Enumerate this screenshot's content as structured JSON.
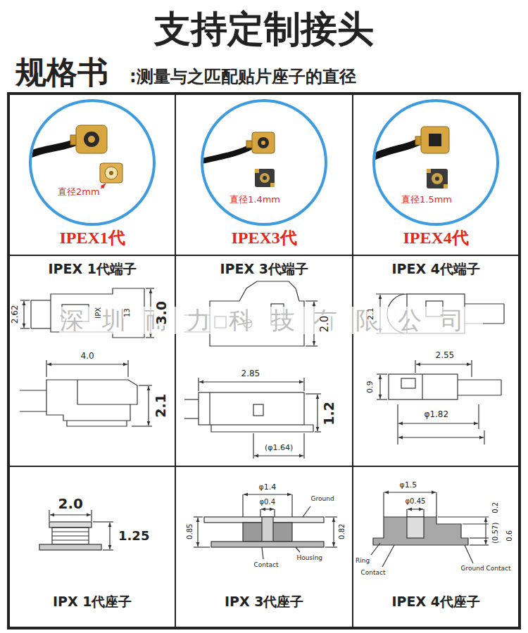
{
  "diagram": {
    "title": "支持定制接头",
    "nodes": [
      {
        "text": [
          "IPEX1代"
        ]
      },
      {
        "text": [
          "直径2mm"
        ],
        "in": 0
      },
      {
        "text": [
          "IPEX3代"
        ]
      },
      {
        "text": [
          "直径1.4mm"
        ],
        "in": 2
      },
      {
        "text": [
          "IPEX4代"
        ]
      },
      {
        "text": [
          "直径1.5mm"
        ],
        "in": 4
      },
      {
        "text": [
          "IPEX 1代端子"
        ]
      },
      {
        "text": [
          "IPEX 3代端子"
        ]
      },
      {
        "text": [
          "IPEX 4代端子"
        ]
      },
      {
        "text": [
          "IPX 1代座子"
        ]
      },
      {
        "text": [
          "IPX 3代座子"
        ]
      },
      {
        "text": [
          "IPEX 4代座子"
        ]
      }
    ],
    "labels": [
      "规格书",
      ":测量与之匹配贴片座子的直径",
      "深圳而力科技有限公司",
      "2.62",
      "IPX",
      "13",
      "3.0",
      "4.0",
      "2.1",
      "2.0",
      "2.85",
      "1.2",
      "(φ1.64)",
      "2.1",
      "2.55",
      "0.9",
      "φ1.82",
      "2.0",
      "1.25",
      "φ1.4",
      "φ0.4",
      "Ground",
      "0.85",
      "0.82",
      "Contact",
      "Housing",
      "φ1.5",
      "φ0.45",
      "0.2",
      "(0.57)",
      "0.6",
      "Ring",
      "Contact",
      "Ground Contact"
    ]
  }
}
